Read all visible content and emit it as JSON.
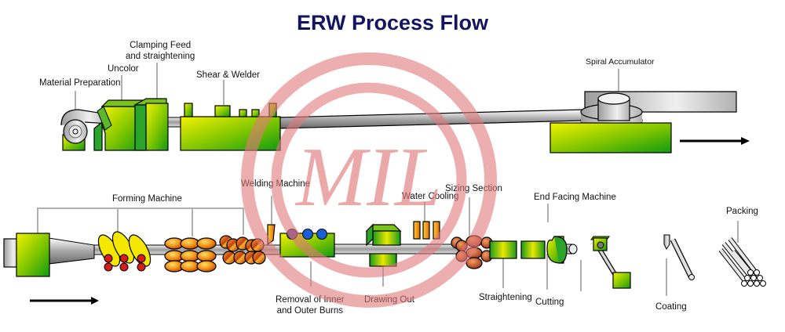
{
  "title": "ERW Process Flow",
  "watermark": {
    "text": "MIL",
    "color": "#e07a7a"
  },
  "colors": {
    "machine_green": "#1f9e1f",
    "machine_yellow": "#e8e800",
    "roller_orange": "#f39a1a",
    "roller_red": "#d81b1b",
    "weld_blue": "#1a5fd8",
    "steel_gray": "#c8c8c8",
    "leader_gray": "#b0b0b0",
    "title_navy": "#14145f"
  },
  "top_line": {
    "stages": [
      {
        "id": "material-preparation",
        "label": "Material Preparation"
      },
      {
        "id": "uncolor",
        "label": "Uncolor"
      },
      {
        "id": "clamping-feed",
        "label": "Clamping Feed\nand straightening",
        "lines": [
          "Clamping Feed",
          "and straightening"
        ]
      },
      {
        "id": "shear-welder",
        "label": "Shear & Welder"
      },
      {
        "id": "spiral-accumulator",
        "label": "Spiral Accumulator"
      }
    ],
    "flow_direction": "right"
  },
  "bottom_line": {
    "stages": [
      {
        "id": "forming-machine",
        "label": "Forming Machine"
      },
      {
        "id": "welding-machine",
        "label": "Welding Machine"
      },
      {
        "id": "removal-burns",
        "label": "Removal of Inner and Outer Burns",
        "lines": [
          "Removal of Inner",
          "and Outer Burns"
        ]
      },
      {
        "id": "drawing-out",
        "label": "Drawing Out"
      },
      {
        "id": "water-cooling",
        "label": "Water Cooling"
      },
      {
        "id": "sizing-section",
        "label": "Sizing Section"
      },
      {
        "id": "straightening",
        "label": "Straightening"
      },
      {
        "id": "cutting",
        "label": "Cutting"
      },
      {
        "id": "end-facing-machine",
        "label": "End Facing Machine"
      },
      {
        "id": "coating",
        "label": "Coating"
      },
      {
        "id": "packing",
        "label": "Packing"
      }
    ],
    "flow_direction": "right"
  }
}
